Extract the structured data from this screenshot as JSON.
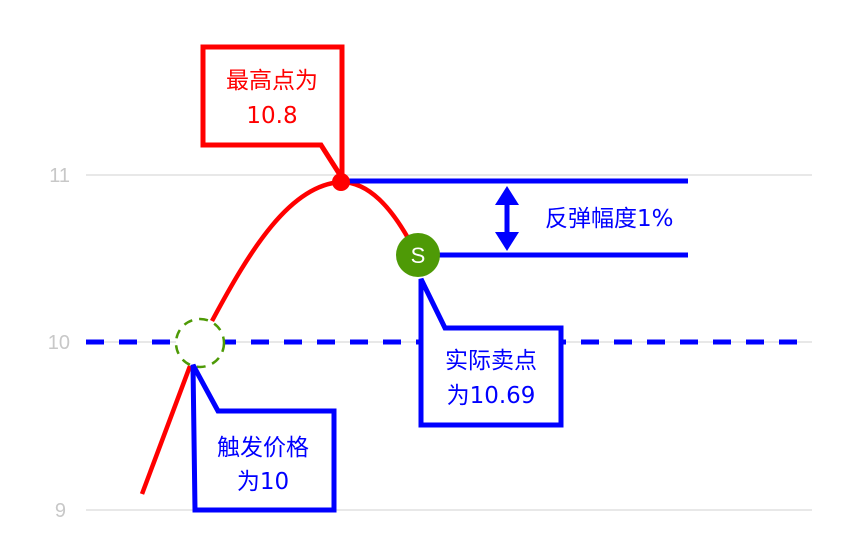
{
  "axis": {
    "ticks": [
      "11",
      "10",
      "9"
    ]
  },
  "colors": {
    "curve": "#ff0000",
    "annot": "#0000ff",
    "sell": "#4e9a06",
    "grid": "#e0e0e0"
  },
  "peak_callout": {
    "line1": "最高点为",
    "line2": "10.8",
    "value": 10.8
  },
  "trigger_callout": {
    "line1": "触发价格",
    "line2": "为10",
    "value": 10
  },
  "sell_callout": {
    "line1": "实际卖点",
    "line2": "为10.69",
    "value": 10.69
  },
  "sell_marker": {
    "label": "S"
  },
  "rebound": {
    "label": "反弹幅度1%"
  }
}
